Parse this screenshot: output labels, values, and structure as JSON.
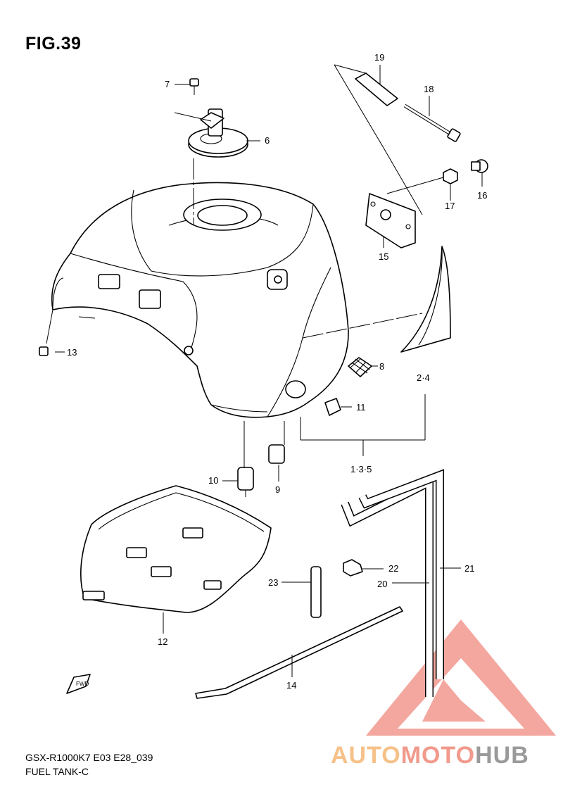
{
  "figure": {
    "title": "FIG.39"
  },
  "callouts": {
    "c1": "1·3·5",
    "c2": "2·4",
    "c6": "6",
    "c7": "7",
    "c8": "8",
    "c9": "9",
    "c10": "10",
    "c11": "11",
    "c12": "12",
    "c13": "13",
    "c14": "14",
    "c15": "15",
    "c16": "16",
    "c17": "17",
    "c18": "18",
    "c19": "19",
    "c20": "20",
    "c21": "21",
    "c22": "22",
    "c23": "23"
  },
  "footer": {
    "model": "GSX-R1000K7 E03 E28_039",
    "name": "FUEL TANK-C"
  },
  "watermark": {
    "part1": "AUTO",
    "part2": "MOTO",
    "part3": "HUB",
    "color_a": "#f6c188",
    "color_b": "#f19a8c",
    "color_c": "#9a9a9a"
  },
  "fwd_label": "FWD"
}
